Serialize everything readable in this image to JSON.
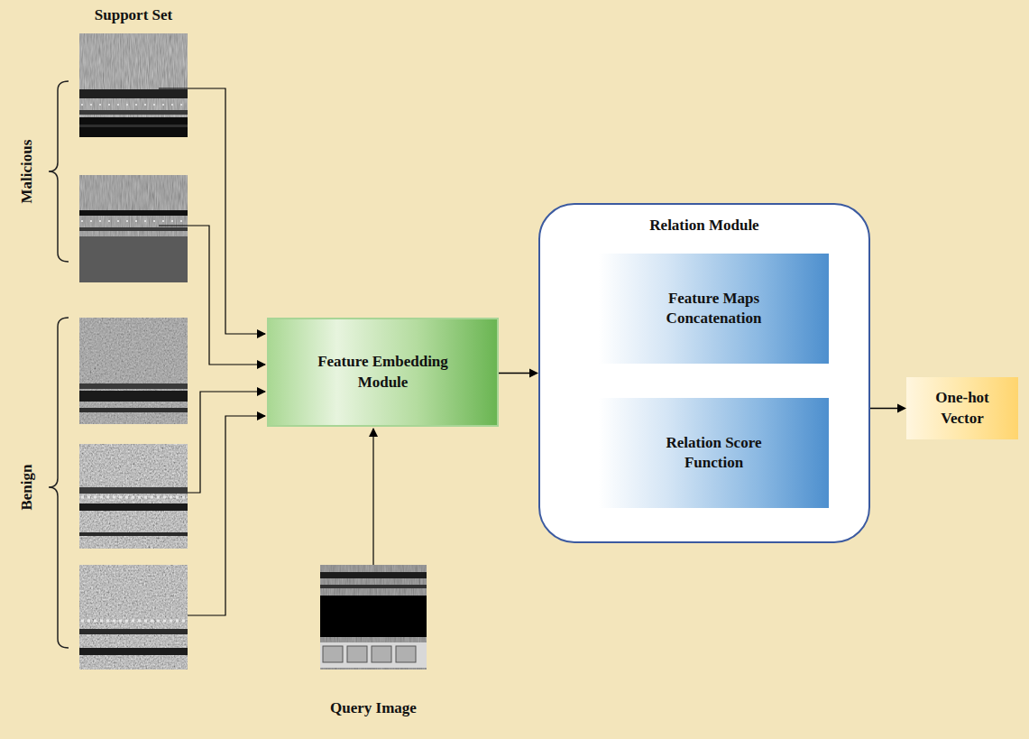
{
  "diagram": {
    "nodes": [
      {
        "text": [
          "Feature Embedding Module"
        ]
      },
      {
        "text": [
          "Relation Module"
        ]
      },
      {
        "text": [
          "Feature Maps Concatenation"
        ],
        "in": 1
      },
      {
        "text": [
          "Relation Score Function"
        ],
        "in": 1
      },
      {
        "text": [
          "One-hot Vector"
        ]
      }
    ],
    "edges": [
      {
        "from": 0,
        "to": 1,
        "arrow": "to"
      },
      {
        "from": 1,
        "to": 4,
        "arrow": "to"
      }
    ],
    "labels": [
      "Support Set",
      "Malicious",
      "Benign",
      "Query Image"
    ]
  }
}
